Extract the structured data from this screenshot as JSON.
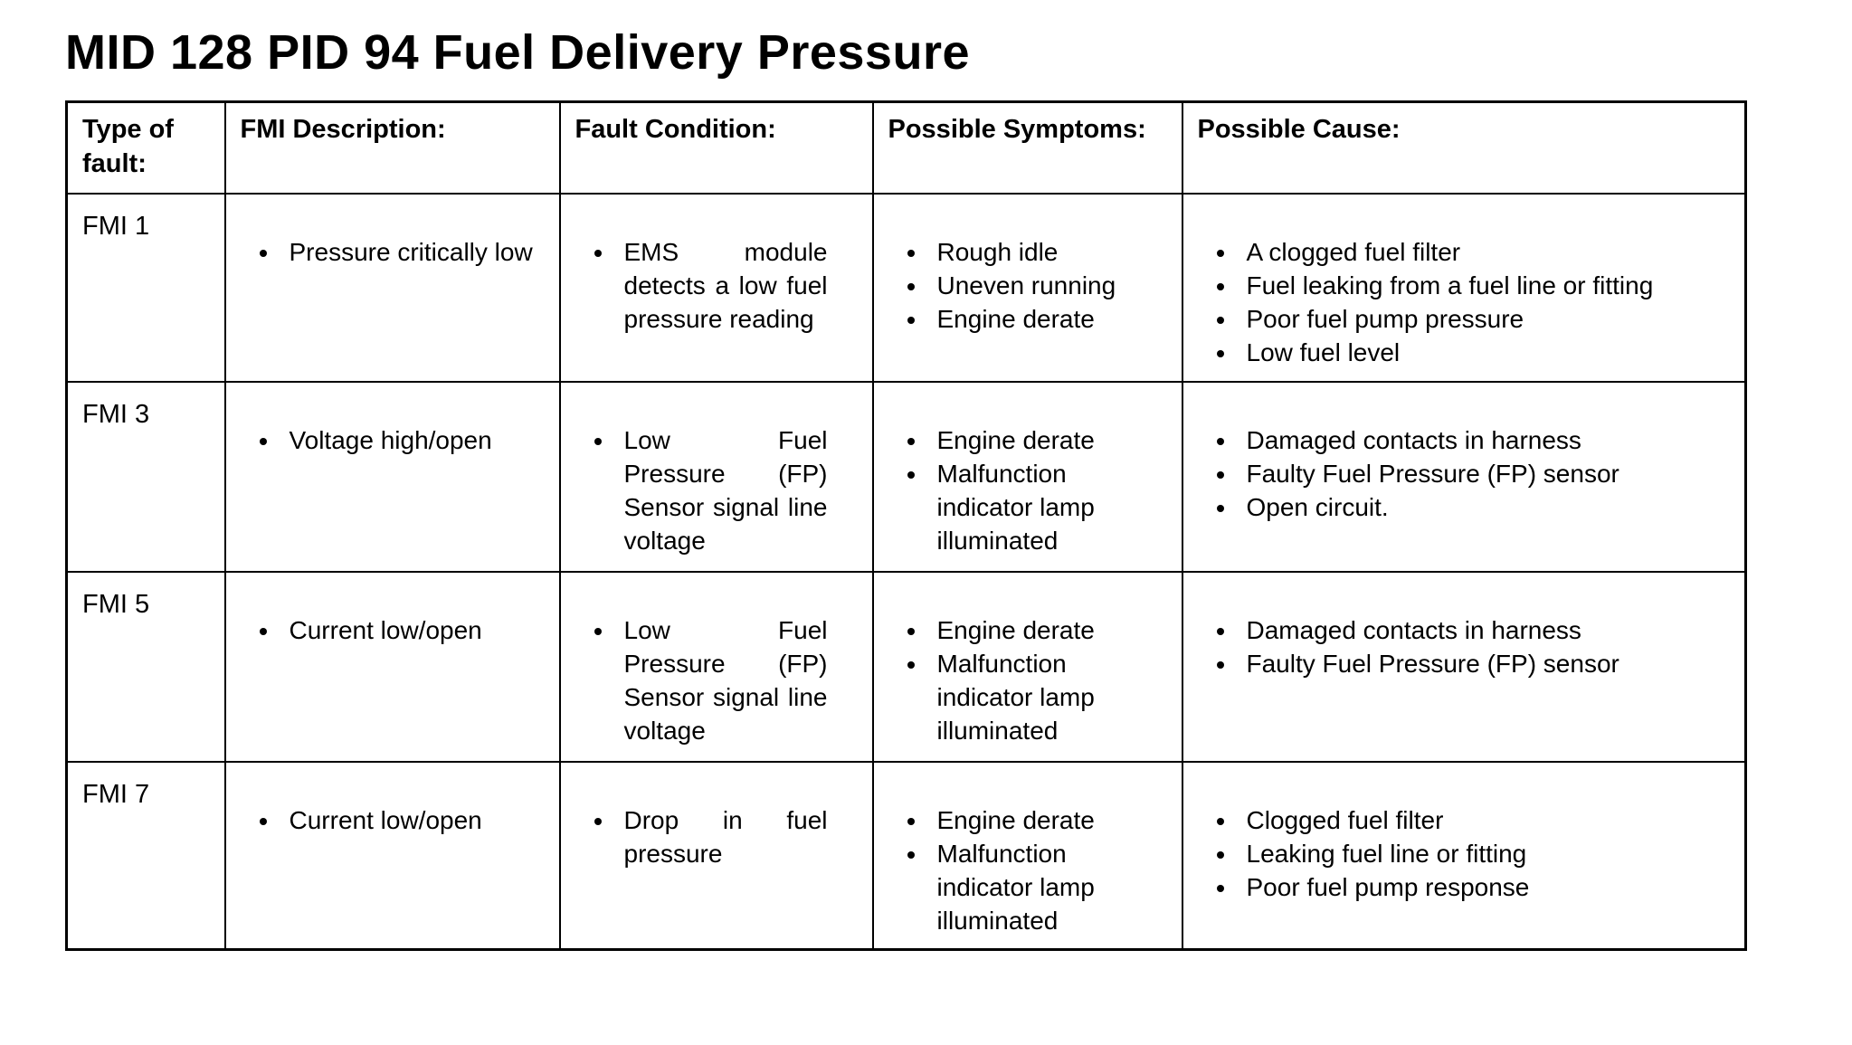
{
  "page": {
    "title": "MID 128 PID 94 Fuel Delivery Pressure",
    "colors": {
      "text": "#000000",
      "background": "#ffffff",
      "table_border": "#000000"
    }
  },
  "table": {
    "headers": [
      "Type of fault:",
      "FMI Description:",
      "Fault Condition:",
      "Possible Symptoms:",
      "Possible Cause:"
    ],
    "rows": [
      {
        "fault": "FMI 1",
        "fmi_description": [
          "Pressure critically low"
        ],
        "fault_condition": [
          "EMS module detects a low fuel pressure reading"
        ],
        "possible_symptoms": [
          "Rough idle",
          "Uneven running",
          "Engine derate"
        ],
        "possible_cause": [
          "A clogged fuel filter",
          "Fuel leaking from a fuel line or fitting",
          "Poor fuel pump pressure",
          "Low fuel level"
        ]
      },
      {
        "fault": "FMI 3",
        "fmi_description": [
          "Voltage high/open"
        ],
        "fault_condition": [
          "Low Fuel Pressure (FP) Sensor signal line voltage"
        ],
        "possible_symptoms": [
          "Engine derate",
          "Malfunction indicator lamp illuminated"
        ],
        "possible_cause": [
          "Damaged contacts in harness",
          "Faulty Fuel Pressure (FP) sensor",
          "Open circuit."
        ]
      },
      {
        "fault": "FMI 5",
        "fmi_description": [
          "Current low/open"
        ],
        "fault_condition": [
          "Low Fuel Pressure (FP) Sensor signal line voltage"
        ],
        "possible_symptoms": [
          "Engine derate",
          "Malfunction indicator lamp illuminated"
        ],
        "possible_cause": [
          "Damaged contacts in harness",
          "Faulty Fuel Pressure (FP) sensor"
        ]
      },
      {
        "fault": "FMI 7",
        "fmi_description": [
          "Current low/open"
        ],
        "fault_condition": [
          "Drop in fuel pressure"
        ],
        "possible_symptoms": [
          "Engine derate",
          "Malfunction indicator lamp illuminated"
        ],
        "possible_cause": [
          "Clogged fuel filter",
          "Leaking fuel line or fitting",
          "Poor fuel pump response"
        ]
      }
    ]
  }
}
